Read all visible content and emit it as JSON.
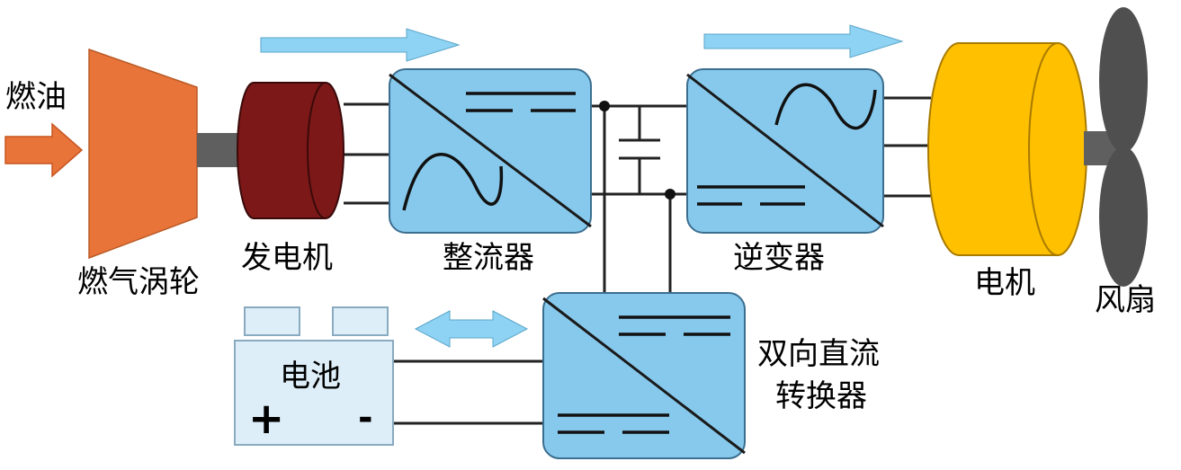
{
  "labels": {
    "fuel": "燃油",
    "gas_turbine": "燃气涡轮",
    "generator": "发电机",
    "rectifier": "整流器",
    "inverter": "逆变器",
    "motor": "电机",
    "fan": "风扇",
    "battery": "电池",
    "battery_plus": "+",
    "battery_minus": "-",
    "converter_line1": "双向直流",
    "converter_line2": "转换器"
  },
  "colors": {
    "converter_fill": "#87c9ec",
    "arrow_fill": "#8fd3f4",
    "turbine": "#e8743a",
    "generator": "#7d1818",
    "motor": "#ffc000",
    "shaft": "#5f5f5f",
    "fan_blade": "#4f4f4f",
    "battery_fill": "#ddeef8"
  }
}
